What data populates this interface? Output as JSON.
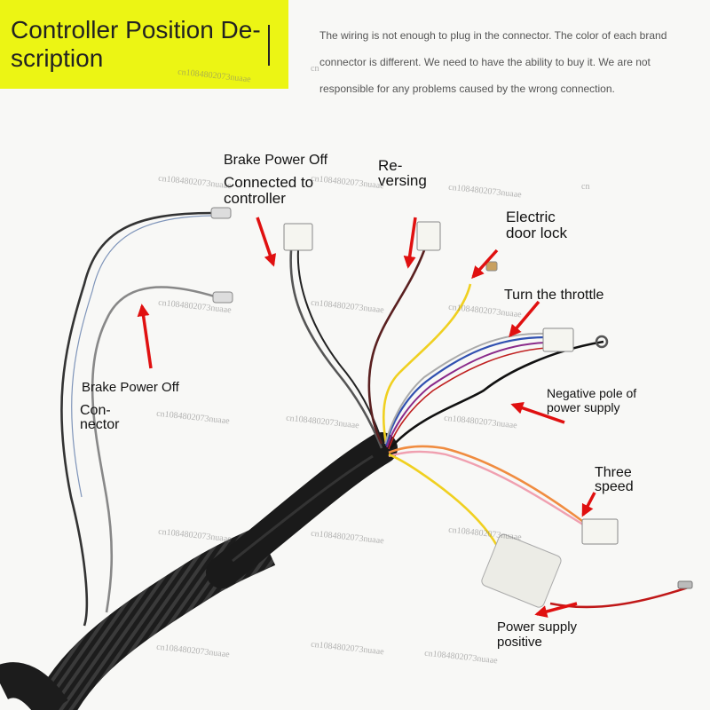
{
  "header": {
    "title_line1": "Controller Position De-",
    "title_line2": "scription",
    "notice": "The wiring is not enough to plug in the connector. The color of each brand connector is different. We need to have the ability to buy it. We are not responsible for any problems caused by the wrong connection.",
    "highlight_color": "#ecf514"
  },
  "labels": {
    "brake_top": "Brake Power Off",
    "connected_1": "Connected to",
    "connected_2": "controller",
    "reversing_1": "Re-",
    "reversing_2": "versing",
    "door_1": "Electric",
    "door_2": "door lock",
    "throttle": "Turn the throttle",
    "brake_left": "Brake Power Off",
    "connector_1": "Con-",
    "connector_2": "nector",
    "negative_1": "Negative pole of",
    "negative_2": "power supply",
    "three_1": "Three",
    "three_2": "speed",
    "positive_1": "Power supply",
    "positive_2": "positive"
  },
  "watermarks": {
    "text": "cn1084802073nuaae",
    "short": "cn"
  },
  "colors": {
    "arrow": "#e01010",
    "sheath": "#1a1a1a"
  }
}
